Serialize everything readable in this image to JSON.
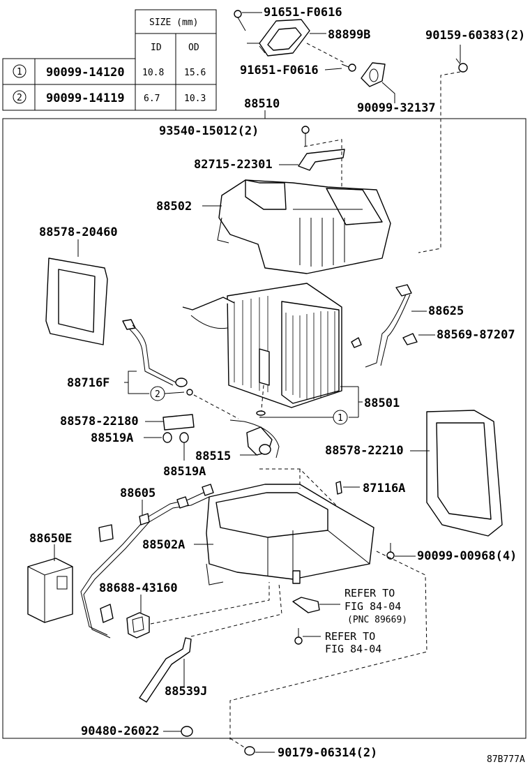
{
  "size_table": {
    "header": "SIZE (mm)",
    "col_id": "ID",
    "col_od": "OD",
    "rows": [
      {
        "mark": "1",
        "part": "90099-14120",
        "id": "10.8",
        "od": "15.6"
      },
      {
        "mark": "2",
        "part": "90099-14119",
        "id": "6.7",
        "od": "10.3"
      }
    ]
  },
  "labels": {
    "p91651_top": "91651-F0616",
    "p88899B": "88899B",
    "p90159": "90159-60383(2)",
    "p91651_mid": "91651-F0616",
    "p90099_32137": "90099-32137",
    "p88510": "88510",
    "p93540": "93540-15012(2)",
    "p82715": "82715-22301",
    "p88502": "88502",
    "p88578_20460": "88578-20460",
    "p88625": "88625",
    "p88569": "88569-87207",
    "p88716F": "88716F",
    "p88501": "88501",
    "p88578_22180": "88578-22180",
    "p88519A_1": "88519A",
    "p88515": "88515",
    "p88519A_2": "88519A",
    "p88578_22210": "88578-22210",
    "p88605": "88605",
    "p87116A": "87116A",
    "p88650E": "88650E",
    "p88502A": "88502A",
    "p90099_00968": "90099-00968(4)",
    "p88688": "88688-43160",
    "refer1_a": "REFER TO",
    "refer1_b": "FIG 84-04",
    "refer1_c": "(PNC 89669)",
    "refer2_a": "REFER TO",
    "refer2_b": "FIG 84-04",
    "p88539J": "88539J",
    "p90480": "90480-26022",
    "p90179": "90179-06314(2)",
    "circle_1": "1",
    "circle_2": "2",
    "figure_code": "87B777A"
  }
}
